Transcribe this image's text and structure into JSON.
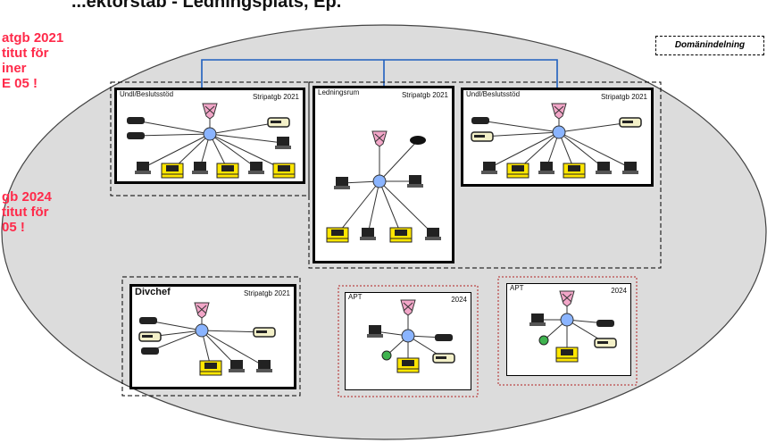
{
  "title": "...ektorstab - Ledningsplats, Ep.",
  "left_notes": [
    {
      "lines": [
        "atgb 2021",
        "titut för",
        "iner",
        "E 05 !"
      ]
    },
    {
      "lines": [
        "gb 2024",
        "titut för",
        "",
        "05 !"
      ]
    }
  ],
  "legend_label": "Domänindelning",
  "rooms": [
    {
      "id": "unit1",
      "name": "Undl/Beslutsstöd",
      "year": "Stripatgb  2021"
    },
    {
      "id": "lednings",
      "name": "Ledningsrum",
      "year": "Stripatgb  2021"
    },
    {
      "id": "unit2",
      "name": "Undl/Beslutsstöd",
      "year": "Stripatgb  2021"
    },
    {
      "id": "divchef",
      "name": "Divchef",
      "year": "Stripatgb  2021"
    },
    {
      "id": "apt1",
      "name": "APT",
      "year": "2024"
    },
    {
      "id": "apt2",
      "name": "APT",
      "year": "2024"
    }
  ],
  "colors": {
    "ellipse_fill": "#dcdcdc",
    "ellipse_stroke": "#444444",
    "backbone": "#1f5fbf",
    "hub": "#8ab4ff",
    "router": "#f2a6c8",
    "workstation_yellow": "#ffe600",
    "note_red": "#ff2a4a",
    "dotted_red": "#b22222"
  }
}
